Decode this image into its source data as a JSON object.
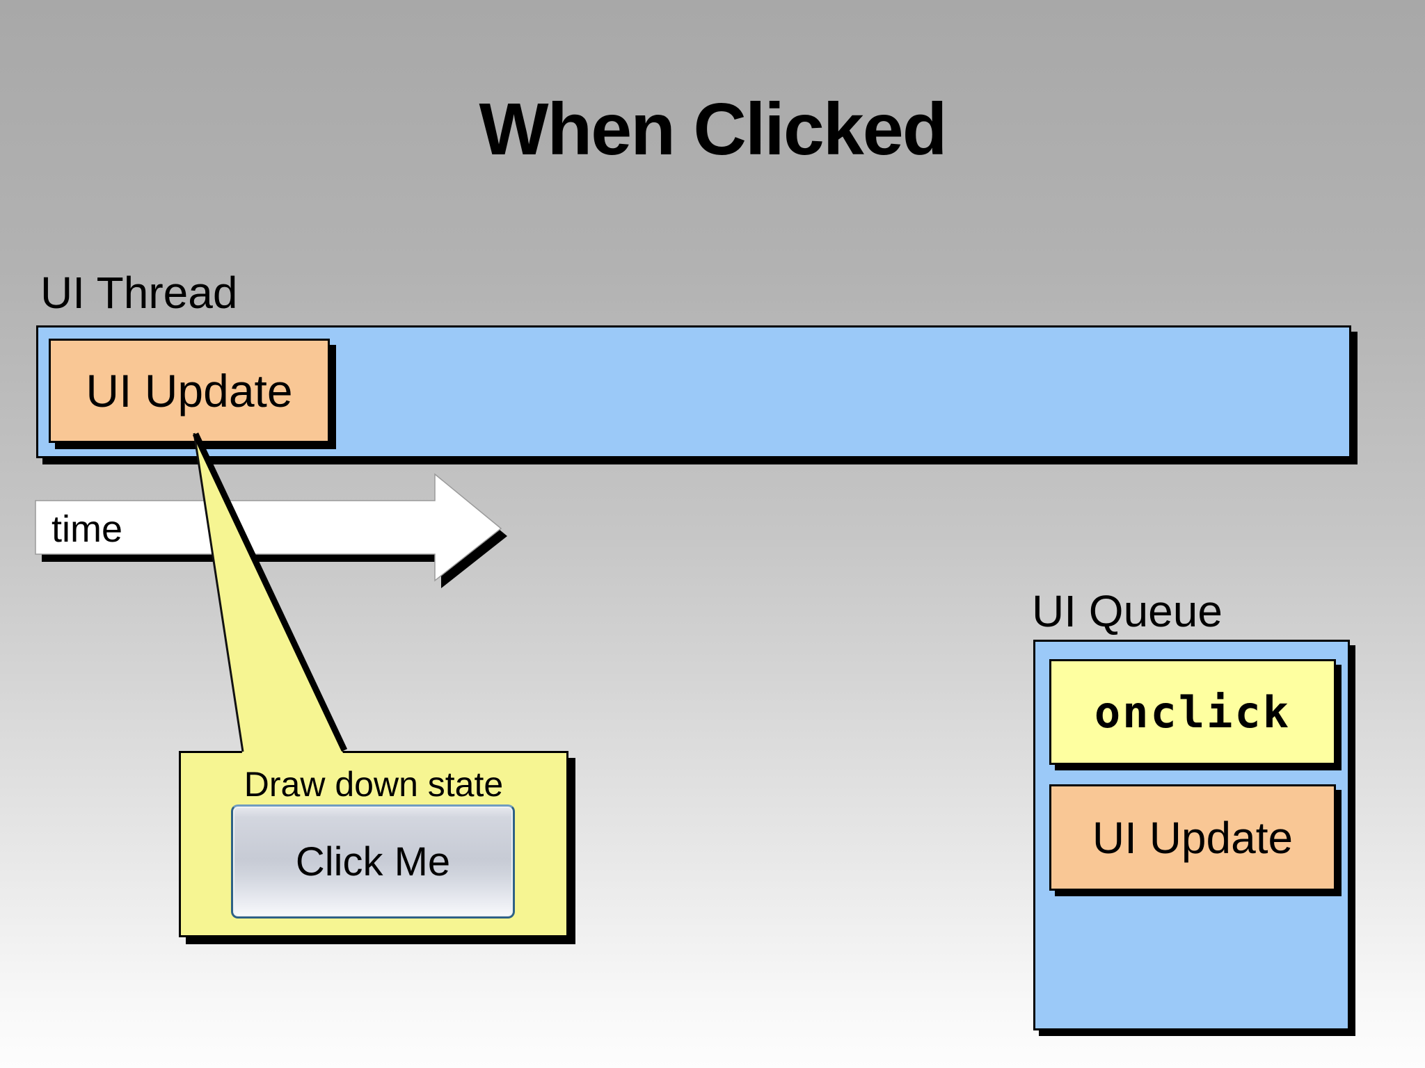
{
  "slide": {
    "title": "When Clicked",
    "background_top_color": "#a8a8a8",
    "background_bottom_color": "#fdfdfd"
  },
  "ui_thread": {
    "label": "UI Thread",
    "bar_color": "#9bc9f8",
    "task": {
      "label": "UI Update",
      "color": "#f9c795"
    }
  },
  "time_arrow": {
    "label": "time",
    "color": "#ffffff"
  },
  "callout": {
    "caption": "Draw down state",
    "button_label": "Click Me",
    "color": "#f6f592"
  },
  "ui_queue": {
    "label": "UI Queue",
    "container_color": "#9bc9f8",
    "items": [
      {
        "label": "onclick",
        "color": "#feffa0"
      },
      {
        "label": "UI Update",
        "color": "#f9c795"
      }
    ]
  },
  "shadow_color": "#000000"
}
